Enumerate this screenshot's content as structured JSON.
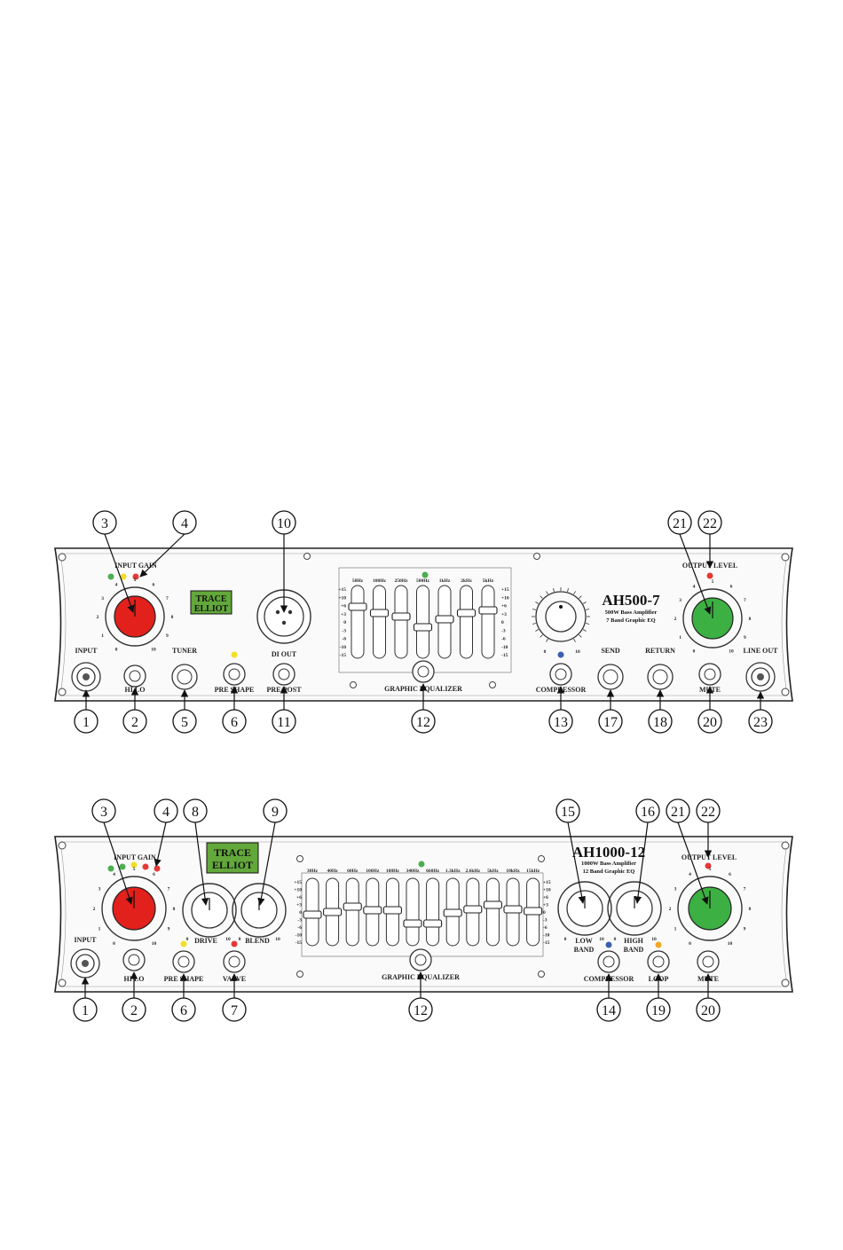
{
  "amp1": {
    "model": "AH500-7",
    "subtitle_1": "500W Bass Amplifier",
    "subtitle_2": "7 Band Graphic EQ",
    "logo_line1": "TRACE",
    "logo_line2": "ELLIOT",
    "labels": {
      "input_gain": "INPUT GAIN",
      "input": "INPUT",
      "hi_lo": "HI  LO",
      "tuner": "TUNER",
      "pre_shape": "PRE SHAPE",
      "di_out": "DI OUT",
      "pre_post": "PRE/POST",
      "graphic_equalizer": "GRAPHIC EQUALIZER",
      "compressor": "COMPRESSOR",
      "send": "SEND",
      "return": "RETURN",
      "mute": "MUTE",
      "line_out": "LINE OUT",
      "output_level": "OUTPUT LEVEL"
    },
    "eq_bands": [
      "50Hz",
      "100Hz",
      "250Hz",
      "500Hz",
      "1kHz",
      "2kHz",
      "5kHz"
    ],
    "eq_scale": [
      "+15",
      "+10",
      "+6",
      "+3",
      "0",
      "-3",
      "-6",
      "-10",
      "-15"
    ],
    "knob_ticks": [
      "0",
      "1",
      "2",
      "3",
      "4",
      "5",
      "6",
      "7",
      "8",
      "9",
      "10"
    ],
    "comp_ticks": [
      "0",
      "10"
    ],
    "callouts": [
      "1",
      "2",
      "3",
      "4",
      "5",
      "6",
      "10",
      "11",
      "12",
      "13",
      "17",
      "18",
      "20",
      "21",
      "22",
      "23"
    ]
  },
  "amp2": {
    "model": "AH1000-12",
    "subtitle_1": "1000W Bass Amplifier",
    "subtitle_2": "12 Band Graphic EQ",
    "logo_line1": "TRACE",
    "logo_line2": "ELLIOT",
    "labels": {
      "input_gain": "INPUT GAIN",
      "input": "INPUT",
      "hi_lo": "HI  LO",
      "pre_shape": "PRE SHAPE",
      "drive": "DRIVE",
      "valve": "VALVE",
      "blend": "BLEND",
      "graphic_equalizer": "GRAPHIC EQUALIZER",
      "low": "LOW",
      "band_low": "BAND",
      "high": "HIGH",
      "band_high": "BAND",
      "compressor": "COMPRESSOR",
      "loop": "LOOP",
      "mute": "MUTE",
      "output_level": "OUTPUT LEVEL"
    },
    "eq_bands": [
      "30Hz",
      "40Hz",
      "60Hz",
      "100Hz",
      "180Hz",
      "340Hz",
      "660Hz",
      "1.3kHz",
      "2.6kHz",
      "5kHz",
      "10kHz",
      "15kHz"
    ],
    "eq_scale": [
      "+15",
      "+10",
      "+6",
      "+3",
      "0",
      "-3",
      "-6",
      "-10",
      "-15"
    ],
    "knob_ticks": [
      "0",
      "1",
      "2",
      "3",
      "4",
      "5",
      "6",
      "7",
      "8",
      "9",
      "10"
    ],
    "small_ticks": [
      "0",
      "10"
    ],
    "callouts": [
      "1",
      "2",
      "3",
      "4",
      "6",
      "7",
      "8",
      "9",
      "12",
      "14",
      "15",
      "16",
      "19",
      "20",
      "21",
      "22"
    ]
  },
  "colors": {
    "input_gain_knob": "#e2201c",
    "output_level_knob": "#3db043",
    "led_green": "#4caf50",
    "led_yellow": "#f1df25",
    "led_red": "#e53935",
    "led_blue": "#3a5fb0",
    "logo_green": "#62a83a"
  }
}
